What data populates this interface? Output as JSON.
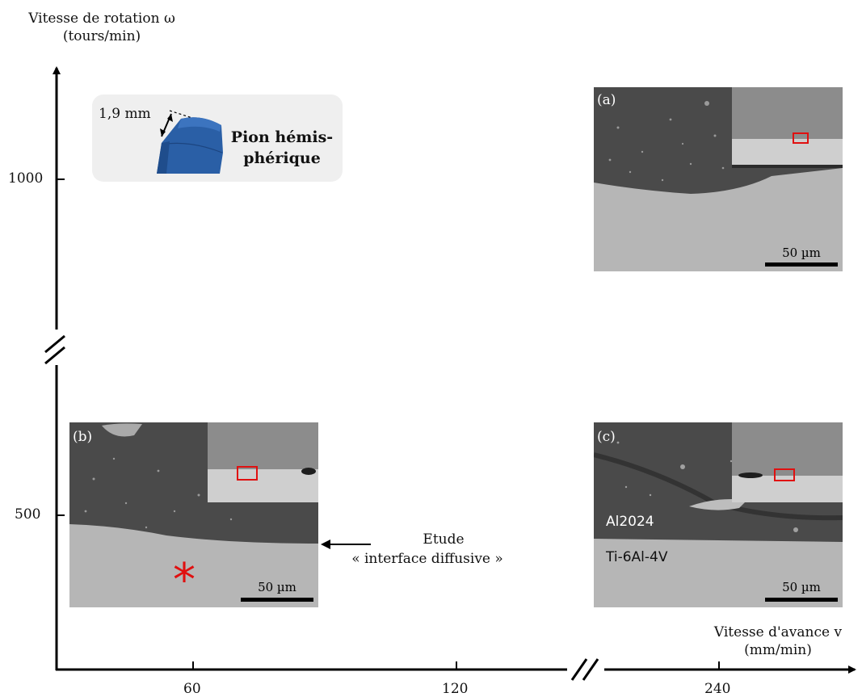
{
  "y_axis": {
    "title_line1": "Vitesse de rotation ω",
    "title_line2": "(tours/min)",
    "ticks": [
      "1000",
      "500"
    ]
  },
  "x_axis": {
    "title_line1": "Vitesse d'avance v",
    "title_line2": "(mm/min)",
    "ticks": [
      "60",
      "120",
      "240"
    ]
  },
  "tool": {
    "dimension": "1,9 mm",
    "name_line1": "Pion hémis-",
    "name_line2": "phérique"
  },
  "panels": {
    "a": {
      "label": "(a)",
      "scale": "50 µm"
    },
    "b": {
      "label": "(b)",
      "scale": "50 µm"
    },
    "c": {
      "label": "(c)",
      "scale": "50 µm",
      "upper_material": "Al2024",
      "lower_material": "Ti-6Al-4V"
    }
  },
  "marker": {
    "symbol": "*",
    "color": "#e01010"
  },
  "annotation": {
    "line1": "Etude",
    "line2": "« interface diffusive »"
  },
  "colors": {
    "aluminium_matrix": "#4a4a4a",
    "titanium": "#b4b4b4",
    "inset_top": "#8c8c8c",
    "roi": "#e01010",
    "tool": "#2a5fa6"
  }
}
